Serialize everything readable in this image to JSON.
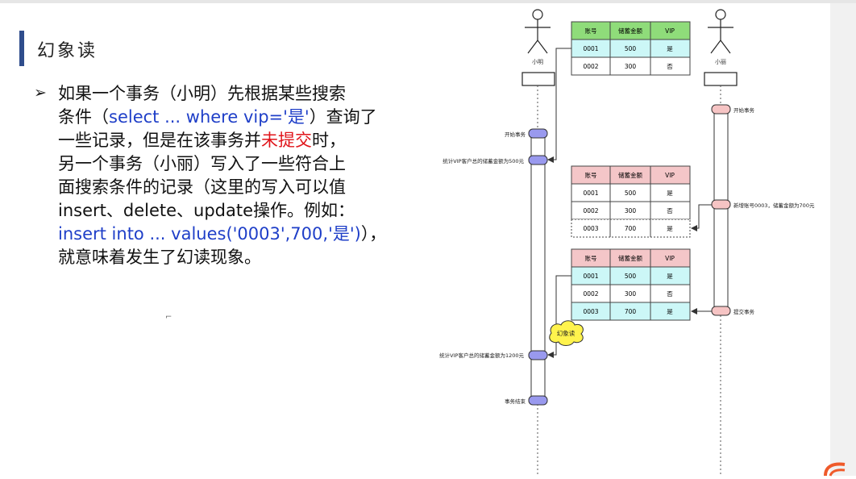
{
  "slide": {
    "title": "幻象读",
    "bullet_symbol": "➢",
    "paragraph": [
      {
        "text": "如果一个事务（小明）先根据某些搜索",
        "color": ""
      },
      {
        "text": "条件（",
        "color": ""
      },
      {
        "text": "select ... where vip='是'",
        "color": "#1f3fc8"
      },
      {
        "text": "）查询了",
        "color": ""
      },
      {
        "text": "一些记录，但是在该事务并",
        "color": ""
      },
      {
        "text": "未提交",
        "color": "#e0141a"
      },
      {
        "text": "时，",
        "color": ""
      },
      {
        "text": "另一个事务（小丽）写入了一些符合上",
        "color": ""
      },
      {
        "text": "面搜索条件的记录（这里的写入可以值",
        "color": ""
      },
      {
        "text": "insert、delete、update操作。例如：",
        "color": ""
      },
      {
        "text": "insert into ... values('0003',700,'是')",
        "color": "#1f3fc8"
      },
      {
        "text": "），",
        "color": ""
      },
      {
        "text": "就意味着发生了幻读现象。",
        "color": ""
      }
    ]
  },
  "diagram": {
    "actor_left": "小明",
    "actor_right": "小丽",
    "table_headers": [
      "账号",
      "储蓄金额",
      "VIP"
    ],
    "table1_rows": [
      [
        "0001",
        "500",
        "是"
      ],
      [
        "0002",
        "300",
        "否"
      ]
    ],
    "table2_rows": [
      [
        "0001",
        "500",
        "是"
      ],
      [
        "0002",
        "300",
        "否"
      ],
      [
        "0003",
        "700",
        "是"
      ]
    ],
    "table3_rows": [
      [
        "0001",
        "500",
        "是"
      ],
      [
        "0002",
        "300",
        "否"
      ],
      [
        "0003",
        "700",
        "是"
      ]
    ],
    "left_events": [
      "开始事务",
      "统计VIP客户总的储蓄金额为500元",
      "统计VIP客户总的储蓄金额为1200元",
      "事务结束"
    ],
    "right_events": [
      "开始事务",
      "新增账号0003，储蓄金额为700元",
      "提交事务"
    ],
    "cloud_label": "幻象读",
    "colors": {
      "green_header": "#8fdc7a",
      "pink_header": "#f4c6c8",
      "cyan_row": "#ccf7f7",
      "blue_marker": "#9999ee",
      "pink_marker": "#f6c4c4",
      "cloud": "#fff34d"
    }
  }
}
